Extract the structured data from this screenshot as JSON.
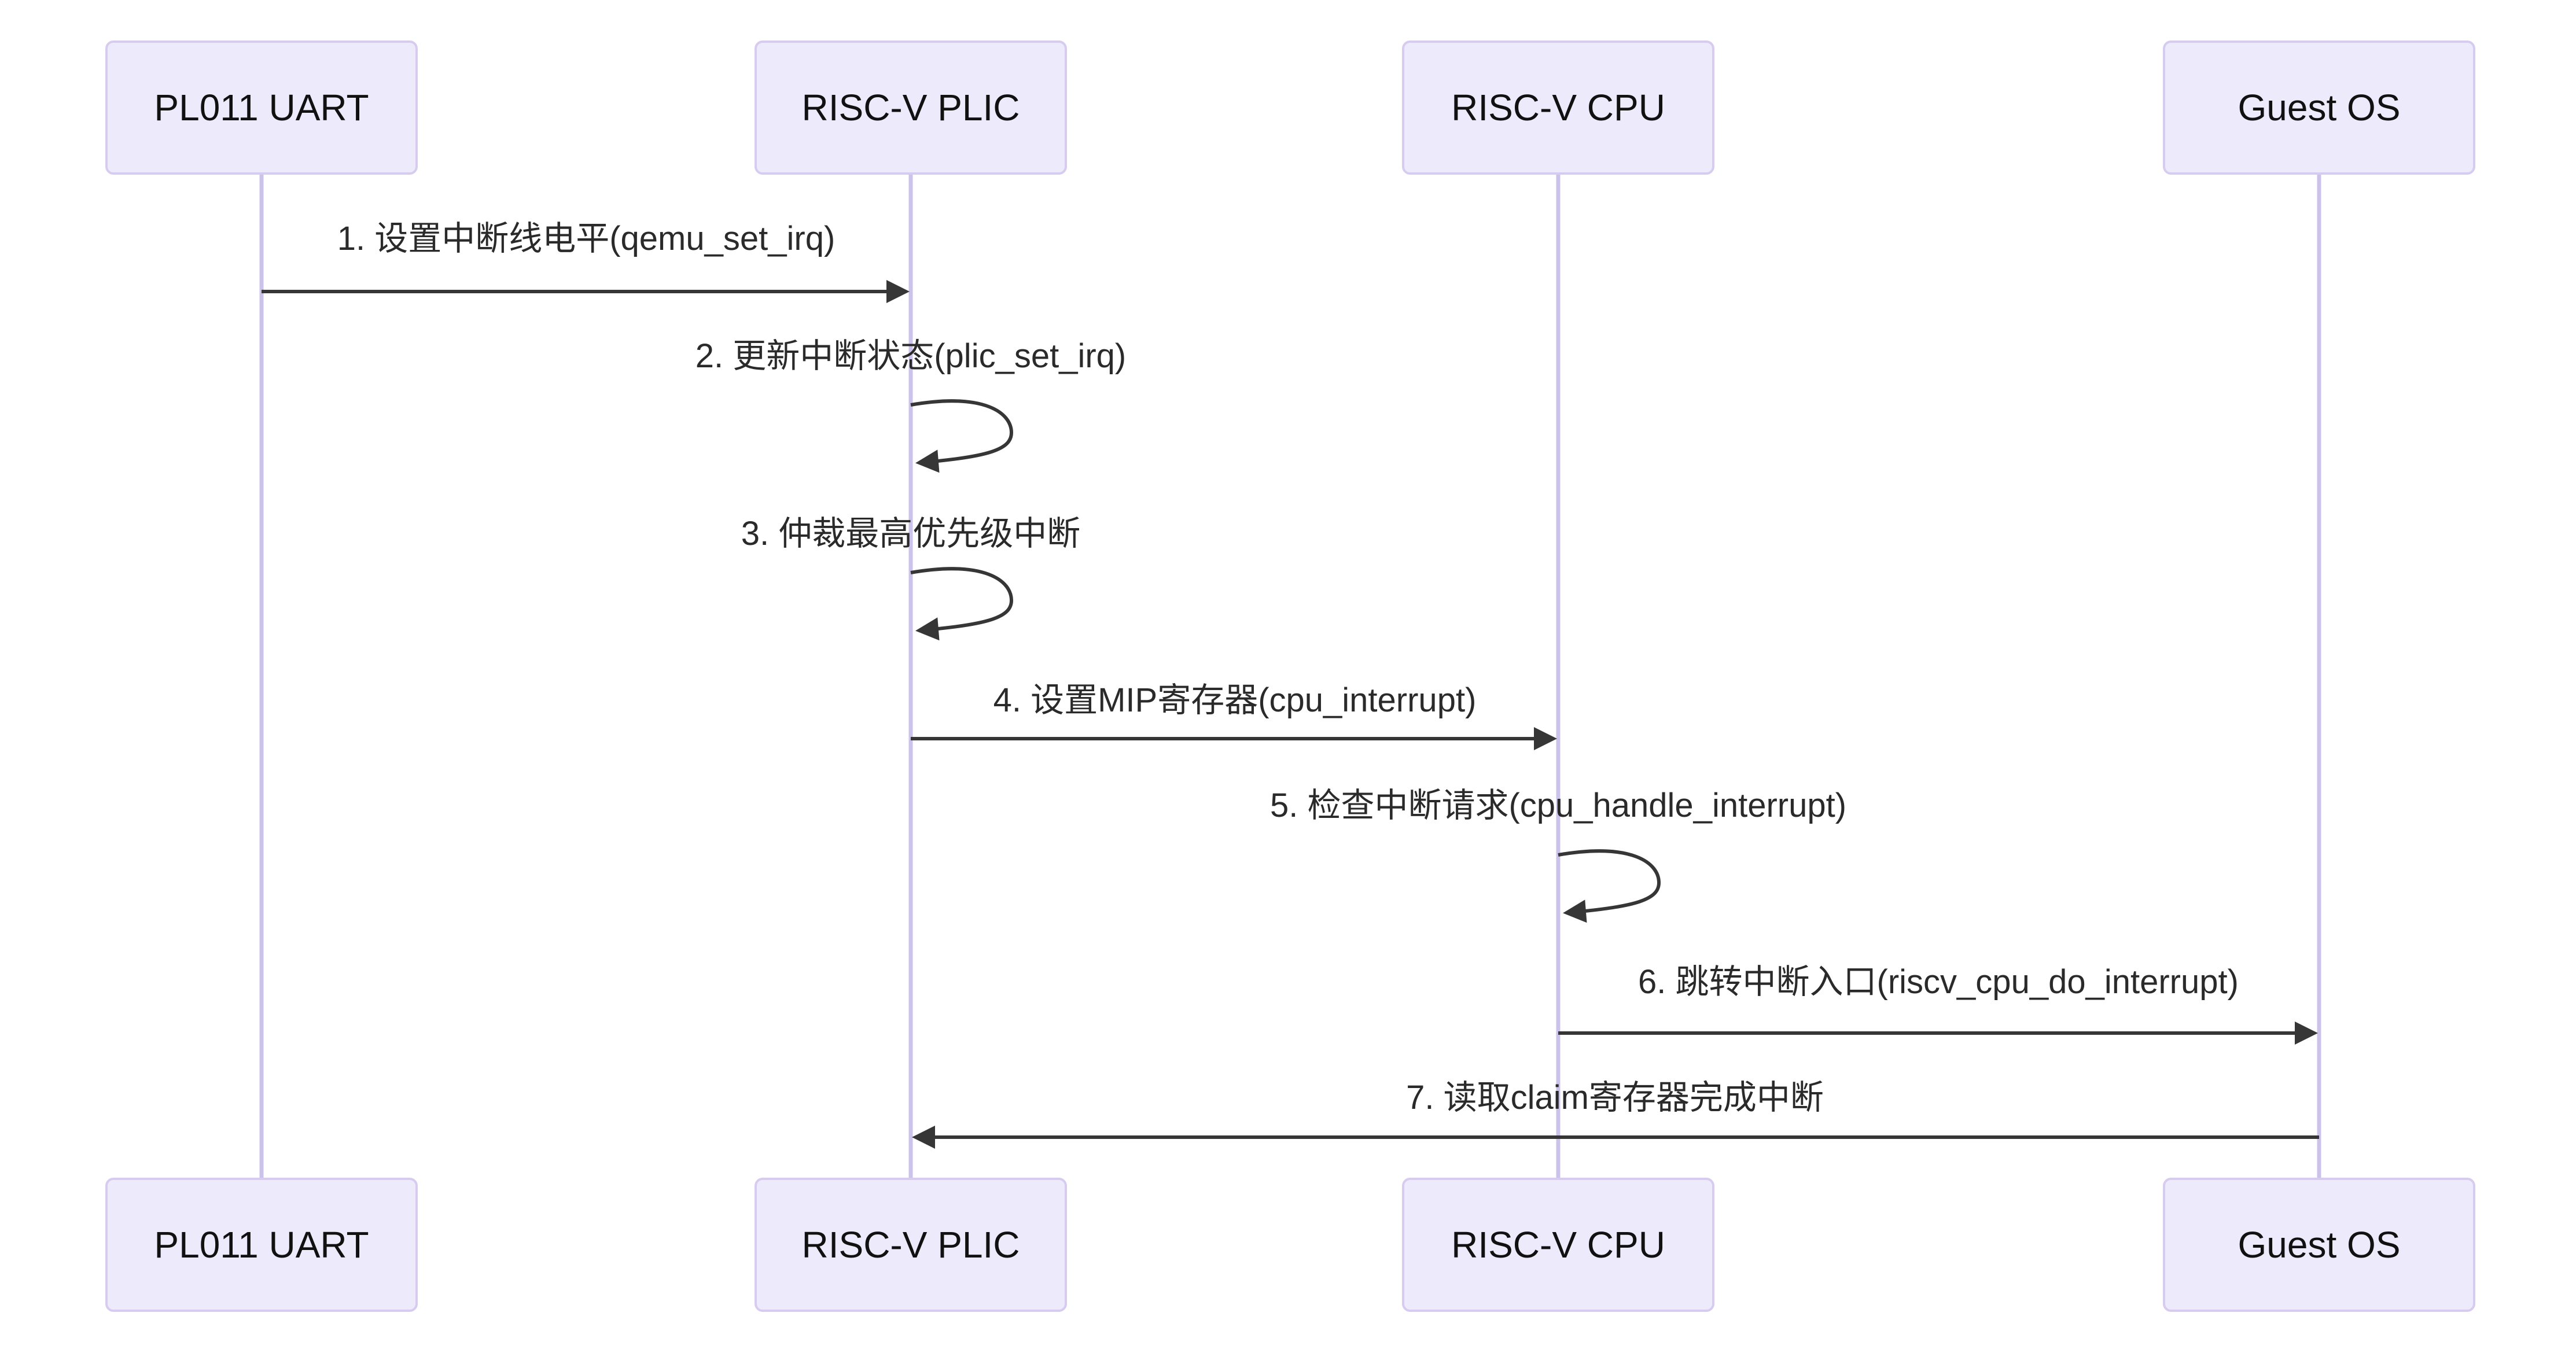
{
  "diagram": {
    "type": "sequence",
    "colors": {
      "background": "#ffffff",
      "actor_fill": "#ECEAFB",
      "actor_border": "#D7CCEF",
      "lifeline": "#CCC3EA",
      "arrow": "#363636",
      "message_text": "#2a2a2a",
      "actor_text": "#111111"
    },
    "actors": [
      {
        "id": "uart",
        "label": "PL011 UART"
      },
      {
        "id": "plic",
        "label": "RISC-V PLIC"
      },
      {
        "id": "cpu",
        "label": "RISC-V CPU"
      },
      {
        "id": "guestos",
        "label": "Guest OS"
      }
    ],
    "messages": [
      {
        "seq": 1,
        "from": "uart",
        "to": "plic",
        "kind": "arrow",
        "label": "1. 设置中断线电平(qemu_set_irq)"
      },
      {
        "seq": 2,
        "from": "plic",
        "to": "plic",
        "kind": "self",
        "label": "2. 更新中断状态(plic_set_irq)"
      },
      {
        "seq": 3,
        "from": "plic",
        "to": "plic",
        "kind": "self",
        "label": "3. 仲裁最高优先级中断"
      },
      {
        "seq": 4,
        "from": "plic",
        "to": "cpu",
        "kind": "arrow",
        "label": "4. 设置MIP寄存器(cpu_interrupt)"
      },
      {
        "seq": 5,
        "from": "cpu",
        "to": "cpu",
        "kind": "self",
        "label": "5. 检查中断请求(cpu_handle_interrupt)"
      },
      {
        "seq": 6,
        "from": "cpu",
        "to": "guestos",
        "kind": "arrow",
        "label": "6. 跳转中断入口(riscv_cpu_do_interrupt)"
      },
      {
        "seq": 7,
        "from": "guestos",
        "to": "plic",
        "kind": "arrow",
        "label": "7. 读取claim寄存器完成中断"
      }
    ]
  }
}
